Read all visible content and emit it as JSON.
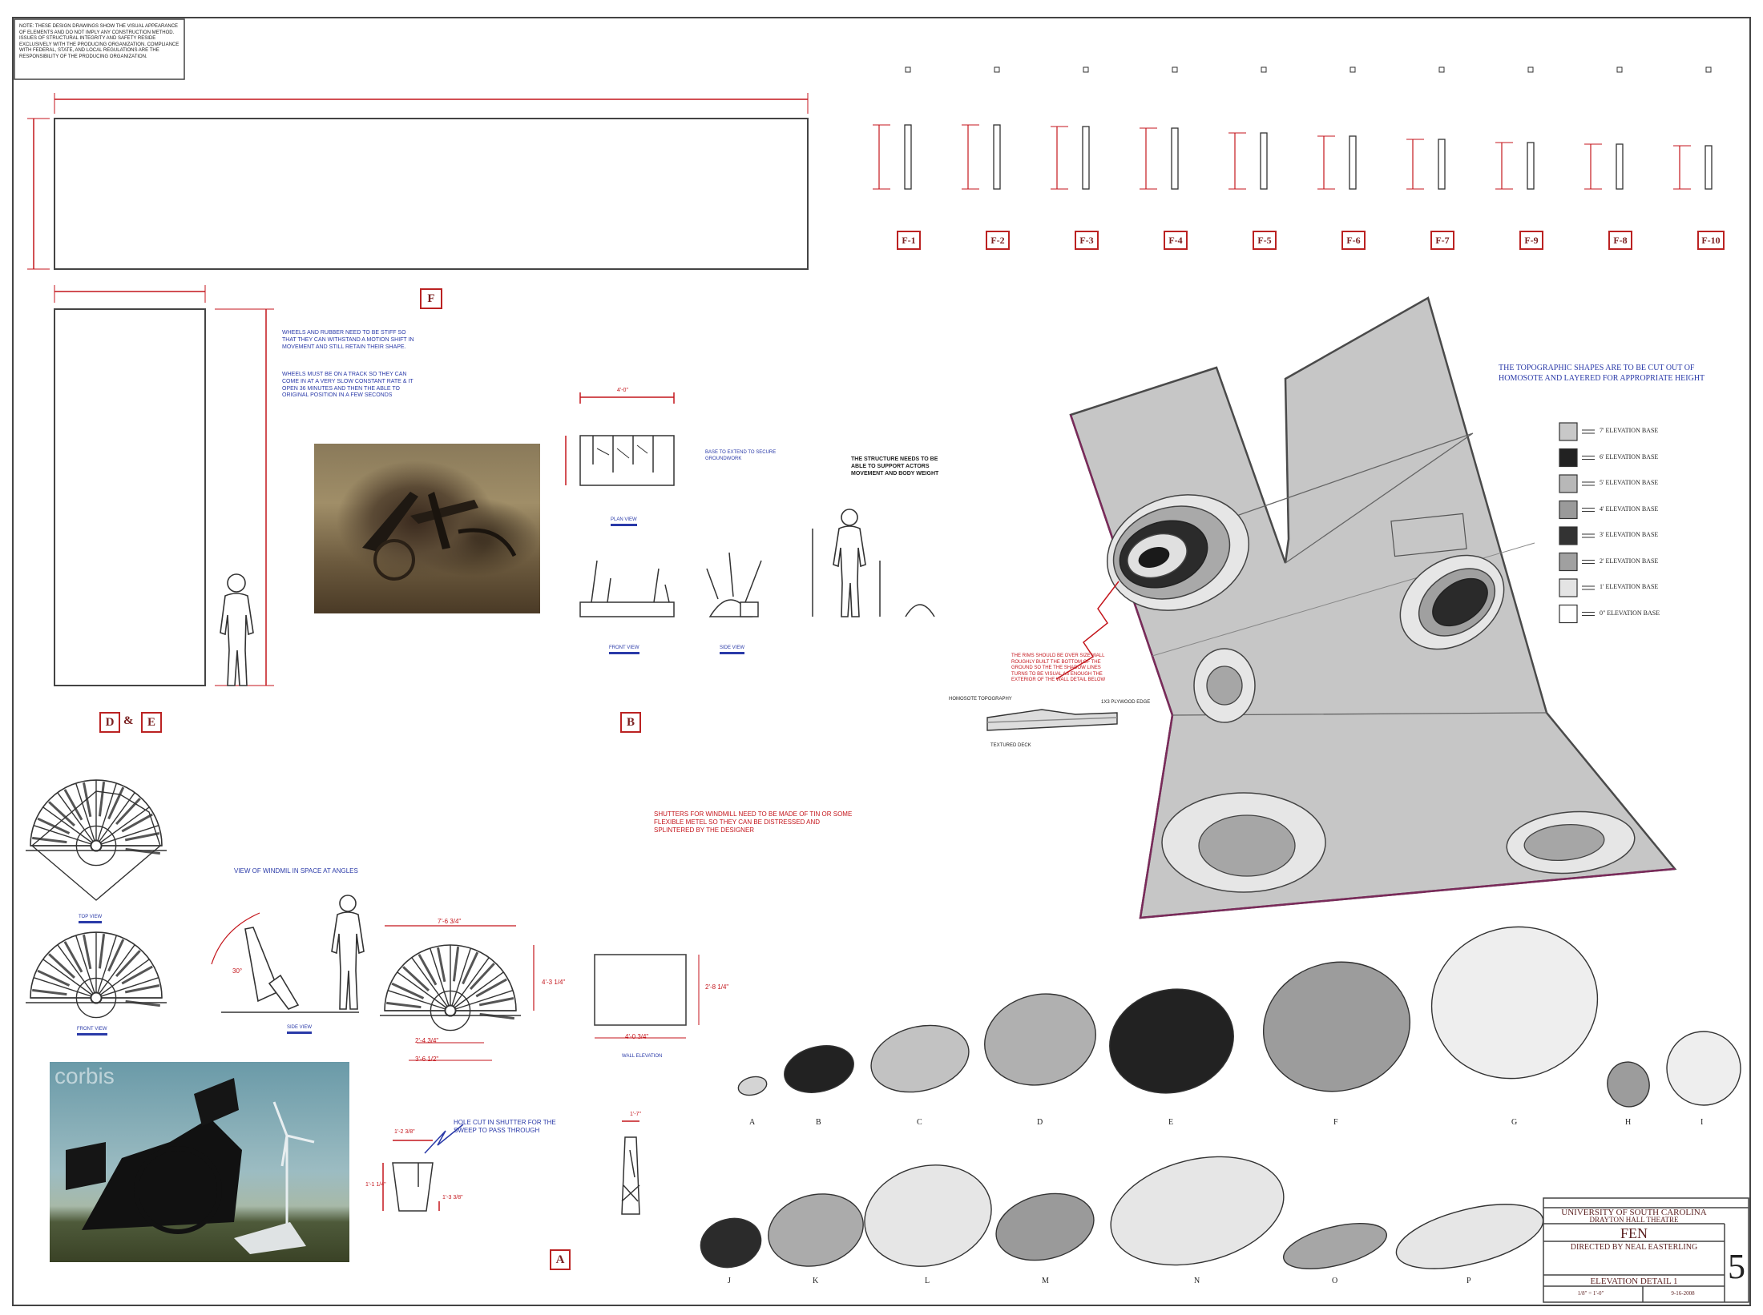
{
  "general_note": "NOTE: THESE DESIGN DRAWINGS SHOW THE VISUAL APPEARANCE OF ELEMENTS AND DO NOT IMPLY ANY CONSTRUCTION METHOD. ISSUES OF STRUCTURAL INTEGRITY AND SAFETY RESIDE EXCLUSIVELY WITH THE PRODUCING ORGANIZATION. COMPLIANCE WITH FEDERAL, STATE, AND LOCAL REGULATIONS ARE THE RESPONSIBILITY OF THE PRODUCING ORGANIZATION.",
  "drawing_labels": {
    "F": "F",
    "D": "D",
    "amp": "&",
    "E": "E",
    "B": "B",
    "A": "A",
    "panels": [
      "F-1",
      "F-2",
      "F-3",
      "F-4",
      "F-5",
      "F-6",
      "F-7",
      "F-9",
      "F-8",
      "F-10"
    ]
  },
  "notes": {
    "wheels": "WHEELS AND RUBBER NEED TO BE STIFF SO THAT THEY CAN WITHSTAND A MOTION SHIFT IN MOVEMENT AND STILL RETAIN THEIR SHAPE.",
    "track": "WHEELS MUST BE ON A TRACK SO THEY CAN COME IN AT A VERY SLOW CONSTANT RATE & IT OPEN 36 MINUTES AND THEN THE ABLE TO ORIGINAL POSITION IN A FEW SECONDS",
    "structure": "THE STRUCTURE NEEDS TO BE ABLE TO SUPPORT ACTORS MOVEMENT AND BODY WEIGHT",
    "shutters": "SHUTTERS FOR WINDMILL NEED TO BE MADE OF TIN OR SOME FLEXIBLE METEL SO THEY CAN BE DISTRESSED AND SPLINTERED BY THE DESIGNER",
    "topo": "THE TOPOGRAPHIC SHAPES ARE TO BE CUT OUT OF HOMOSOTE AND LAYERED FOR APPROPRIATE HEIGHT",
    "view_windmill": "VIEW OF WINDMIL IN SPACE AT ANGLES",
    "hole": "HOLE CUT IN SHUTTER FOR THE SWEEP TO PASS THROUGH",
    "base": "BASE TO EXTEND TO SECURE GROUNDWORK",
    "homosote_top": "HOMOSOTE TOPOGRAPHY",
    "homosote_bottom": "TEXTURED DECK",
    "deck_edge": "1X3 PLYWOOD EDGE",
    "homosote_note": "THE RIMS SHOULD BE OVER SIZE WALL ROUGHLY BUILT THE BOTTOM OF THE GROUND SO THE THE SHADOW LINES TURNS TO BE VISUAL AS ENOUGH THE EXTERIOR OF THE WALL DETAIL BELOW"
  },
  "view_labels": {
    "top_view": "TOP VIEW",
    "front_view": "FRONT VIEW",
    "side_view": "SIDE VIEW",
    "wall_elevation": "WALL ELEVATION",
    "plan_view": "PLAN VIEW"
  },
  "legend": [
    {
      "label": "7' ELEVATION BASE",
      "color": "#c8c8c8"
    },
    {
      "label": "6' ELEVATION BASE",
      "color": "#222222"
    },
    {
      "label": "5' ELEVATION BASE",
      "color": "#b8b8b8"
    },
    {
      "label": "4' ELEVATION BASE",
      "color": "#9a9a9a"
    },
    {
      "label": "3' ELEVATION BASE",
      "color": "#333333"
    },
    {
      "label": "2' ELEVATION BASE",
      "color": "#a0a0a0"
    },
    {
      "label": "1' ELEVATION BASE",
      "color": "#e4e4e4"
    },
    {
      "label": "0\" ELEVATION BASE",
      "color": "#ffffff"
    }
  ],
  "shape_letters_row1": [
    "A",
    "B",
    "C",
    "D",
    "E",
    "F",
    "G",
    "H",
    "I"
  ],
  "shape_letters_row2": [
    "J",
    "K",
    "L",
    "M",
    "N",
    "O",
    "P"
  ],
  "photo_watermark": "corbis",
  "title_block": {
    "school": "UNIVERSITY OF SOUTH CAROLINA",
    "theatre": "DRAYTON HALL THEATRE",
    "show": "FEN",
    "director": "DIRECTED BY NEAL EASTERLING",
    "drawing": "ELEVATION DETAIL 1",
    "scale": "1/8\" = 1'-0\"",
    "date": "9-16-2008",
    "sheet_no": "5"
  },
  "dims": {
    "wall_b_width": "4'-0\"",
    "windmill_width": "7'-6 3/4\"",
    "windmill_height": "4'-3 1/4\"",
    "windmill_base1": "2'-4 3/4\"",
    "windmill_base2": "3'-6 1/2\"",
    "box_width": "4'-0 3/4\"",
    "box_height": "2'-8 1/4\"",
    "hole_a": "1'-2 3/8\"",
    "hole_b": "1'-1 1/4\"",
    "hole_c": "1'-3 3/8\"",
    "shutter_h": "1'-7\"",
    "angle": "30°"
  }
}
